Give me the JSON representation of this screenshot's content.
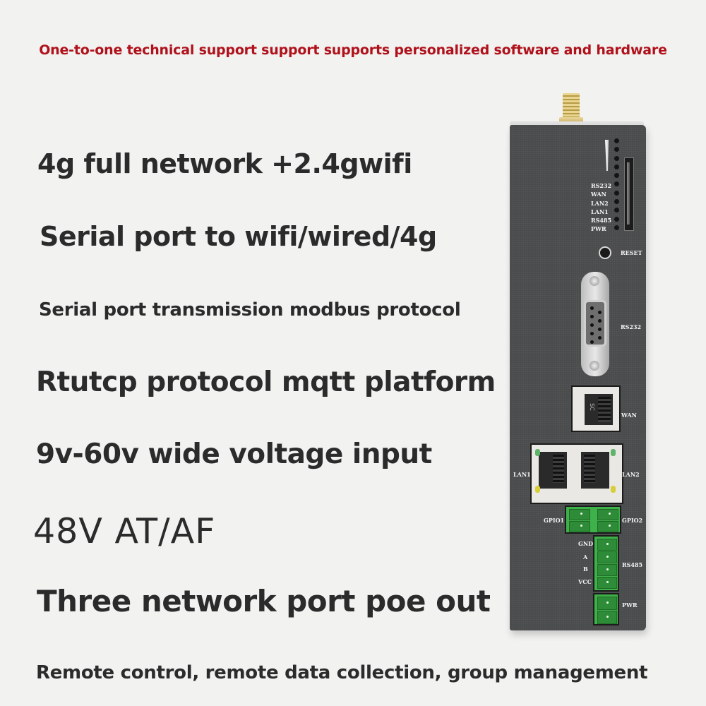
{
  "headline": "One-to-one technical support support supports personalized software and hardware",
  "features": [
    "4g full network +2.4gwifi",
    "Serial port to wifi/wired/4g",
    "Serial port transmission modbus protocol",
    "Rtutcp protocol mqtt platform",
    "9v-60v wide voltage input",
    "48V  AT/AF",
    "Three network port poe out",
    "Remote control, remote data collection, group management"
  ],
  "device": {
    "led_labels": [
      "RS232",
      "WAN",
      "LAN2",
      "LAN1",
      "RS485",
      "PWR"
    ],
    "reset_label": "RESET",
    "serial_label": "RS232",
    "wan_label": "WAN",
    "wan_jack_mark": "SC",
    "lan1_label": "LAN1",
    "lan2_label": "LAN2",
    "gpio1_label": "GPIO1",
    "gpio2_label": "GPIO2",
    "rs485_pins": [
      "GND",
      "A",
      "B",
      "VCC"
    ],
    "rs485_label": "RS485",
    "pwr_label": "PWR"
  },
  "colors": {
    "headline": "#b0111a",
    "feature_text": "#2b2b2b",
    "background": "#f2f2f1",
    "device_body": "#4a4b4c",
    "terminal_green": "#3fb14a",
    "antenna_gold": "#d9c27a"
  }
}
